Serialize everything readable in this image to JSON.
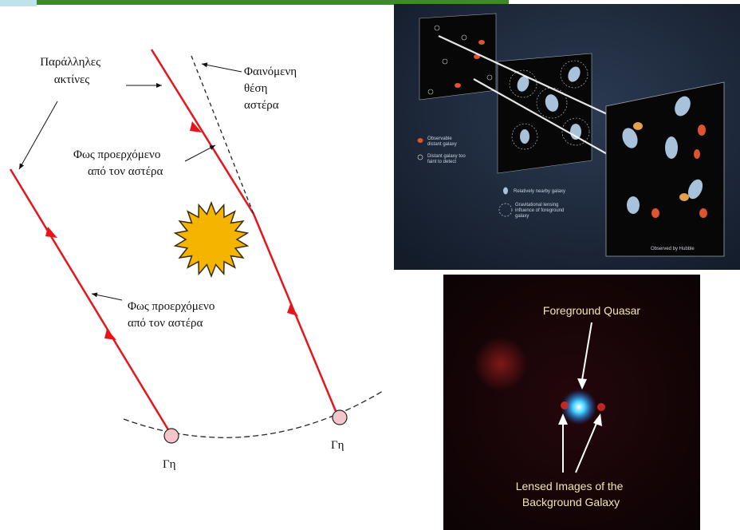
{
  "diagram": {
    "parallel_rays_label": [
      "Παράλληλες",
      "ακτίνες"
    ],
    "apparent_position_label": [
      "Φαινόμενη",
      "θέση",
      "αστέρα"
    ],
    "light_from_star_label_1": [
      "Φως προερχόμενο",
      "από τον αστέρα"
    ],
    "light_from_star_label_2": [
      "Φως προερχόμενο",
      "από τον αστέρα"
    ],
    "earth_label_1": "Γη",
    "earth_label_2": "Γη",
    "colors": {
      "ray": "#e8141b",
      "sun_fill": "#f5b400",
      "earth_fill": "#f4c6cc"
    }
  },
  "hubble": {
    "legend_observable": [
      "Observable",
      "distant galaxy"
    ],
    "legend_faint": [
      "Distant galaxy too",
      "faint to detect"
    ],
    "legend_nearby": "Relatively nearby galaxy",
    "legend_lensing": [
      "Gravitational lensing",
      "influence of foreground",
      "galaxy"
    ],
    "credit": "Observed by Hubble",
    "colors": {
      "background": "#1e2a3c",
      "galaxy_red": "#e0532f",
      "galaxy_blue": "#a9c2dc"
    }
  },
  "quasar": {
    "foreground_label": "Foreground Quasar",
    "lensed_label": [
      "Lensed Images of the",
      "Background Galaxy"
    ],
    "colors": {
      "quasar": "#3fd0ff",
      "label": "#f1e6b0"
    }
  }
}
